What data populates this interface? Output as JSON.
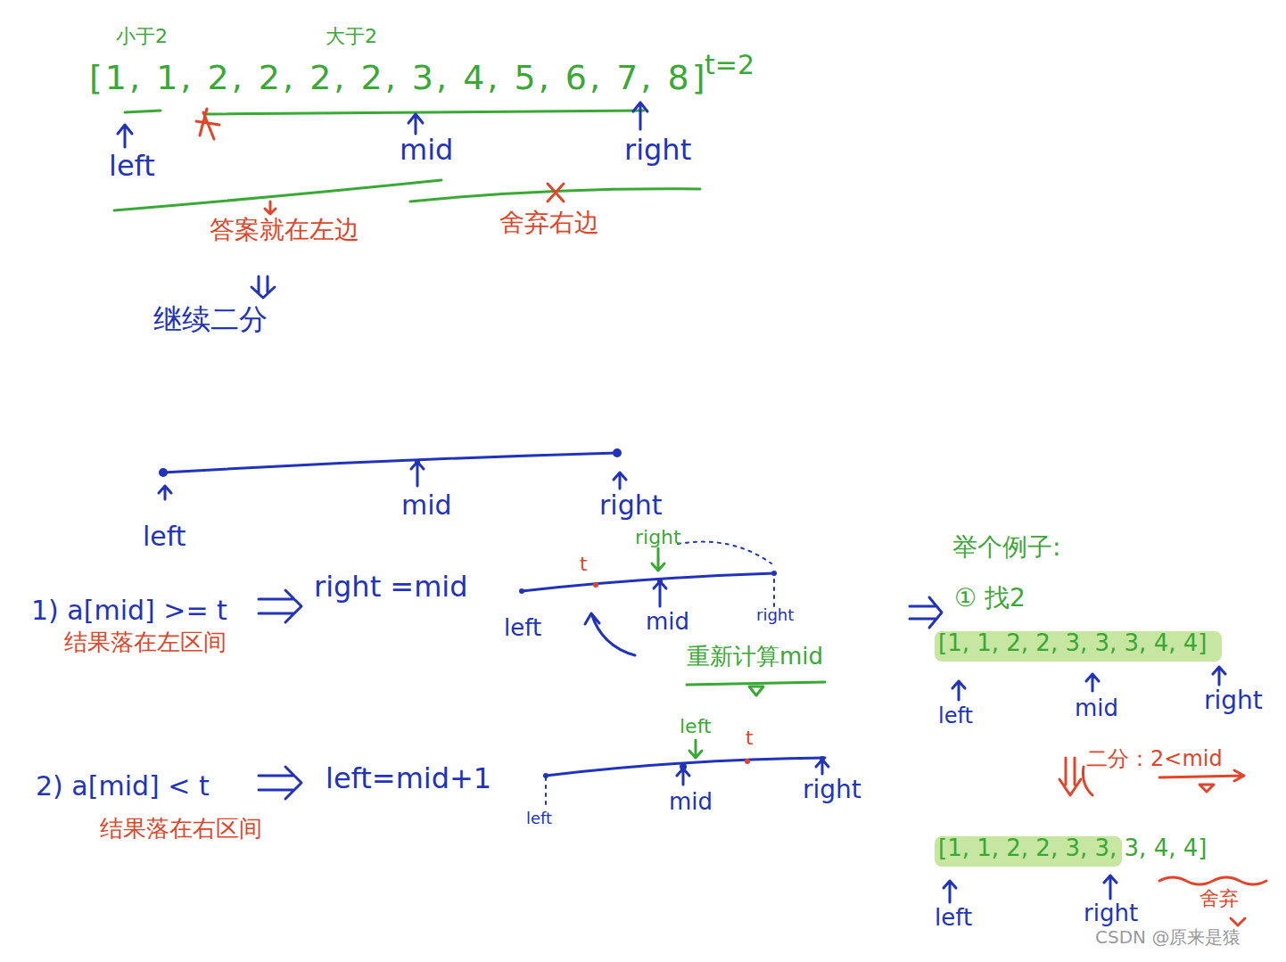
{
  "diagram": {
    "labels": [
      "小于2",
      "大于2",
      "[1, 1, 2, 2, 2, 2, 3, 4, 5, 6, 7, 8]",
      "t=2",
      "left",
      "mid",
      "right",
      "答案就在左边",
      "舍弃右边",
      "继续二分",
      "left",
      "mid",
      "right",
      "1) a[mid] >= t",
      "right =mid",
      "结果落在左区间",
      "t",
      "right",
      "left",
      "mid",
      "right",
      "重新计算mid",
      "2) a[mid] < t",
      "left=mid+1",
      "结果落在右区间",
      "left",
      "t",
      "left",
      "mid",
      "right",
      "举个例子:",
      "① 找2",
      "[1, 1, 2, 2, 3, 3, 3, 4, 4]",
      "left",
      "mid",
      "right",
      "二分：2<mid",
      "[1, 1, 2, 2, 3, 3, 3, 4, 4]",
      "left",
      "right",
      "舍弃",
      "CSDN @原来是猿"
    ]
  }
}
